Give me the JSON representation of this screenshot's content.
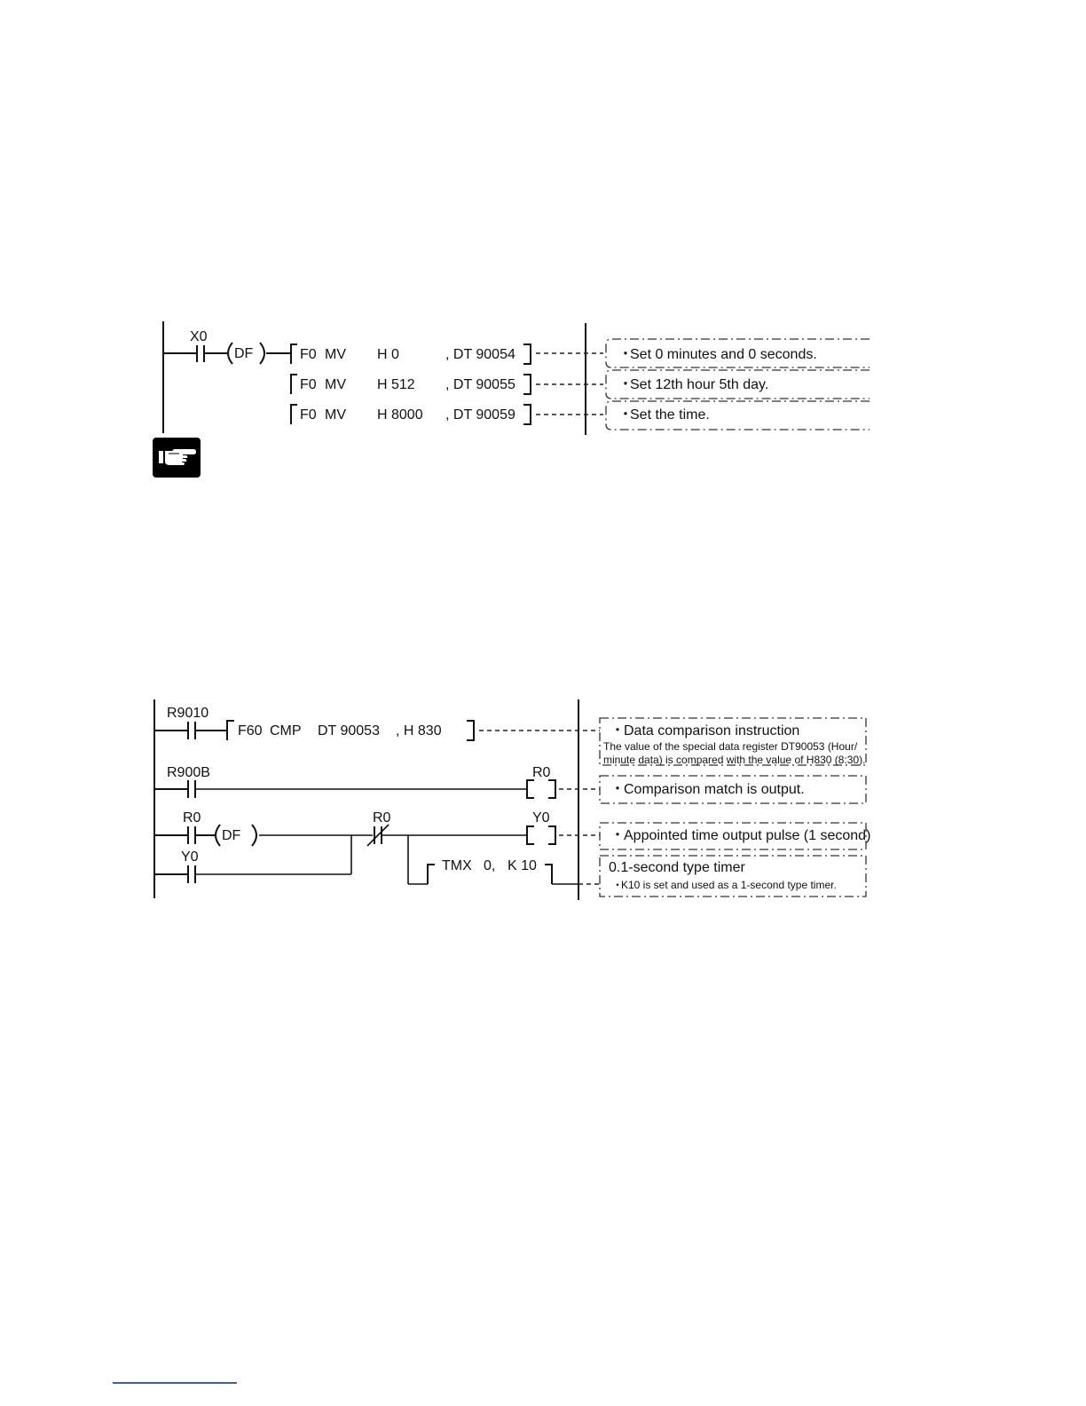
{
  "diagram1": {
    "contact_x0": "X0",
    "df_label": "DF",
    "rows": [
      {
        "instr": "F0",
        "op": "MV",
        "src": "H 0",
        "dst": ", DT 90054",
        "comment": "Set 0 minutes and 0 seconds."
      },
      {
        "instr": "F0",
        "op": "MV",
        "src": "H 512",
        "dst": ", DT 90055",
        "comment": "Set 12th hour 5th day."
      },
      {
        "instr": "F0",
        "op": "MV",
        "src": "H 8000",
        "dst": ", DT 90059",
        "comment": "Set the time."
      }
    ]
  },
  "hint_icon": "pointing-hand-icon",
  "diagram2": {
    "contact_r9010": "R9010",
    "cmp_instr": "F60",
    "cmp_op": "CMP",
    "cmp_src": "DT 90053",
    "cmp_val": ", H 830",
    "comment1_title": "Data comparison instruction",
    "comment1_line1": "The value of the special data register DT90053 (Hour/",
    "comment1_line2": "minute data) is compared with the value of H830 (8:30).",
    "contact_r900b": "R900B",
    "coil_r0": "R0",
    "comment2": "Comparison match is output.",
    "contact_r0": "R0",
    "df_label": "DF",
    "contact_r0_nc": "R0",
    "coil_y0": "Y0",
    "comment3": "Appointed time output pulse (1 second)",
    "contact_y0": "Y0",
    "timer": "TMX",
    "timer_num": "0,",
    "timer_k": "K 10",
    "comment4_title": "0.1-second type timer",
    "comment4_line1": "K10 is set and used as a 1-second type timer."
  }
}
